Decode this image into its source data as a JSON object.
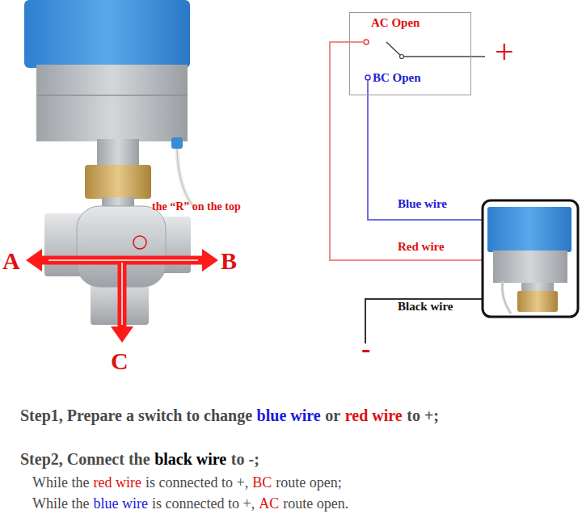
{
  "diagram": {
    "nodes": [
      {
        "text": [
          "AC Open",
          "BC Open"
        ]
      }
    ],
    "labels": [
      "the “R” on the top",
      "A",
      "B",
      "C",
      "+",
      "Blue wire",
      "Red wire",
      "Black wire",
      "-",
      "Step1, Prepare a switch to change",
      "blue wire",
      "or",
      "red wire",
      "to +;",
      "Step2, Connect the",
      "black wire",
      "to -;",
      "While the",
      "red wire",
      "is connected to +,",
      "BC",
      "route open;",
      "While the",
      "blue wire",
      "is connected to +,",
      "AC",
      "route open."
    ]
  }
}
